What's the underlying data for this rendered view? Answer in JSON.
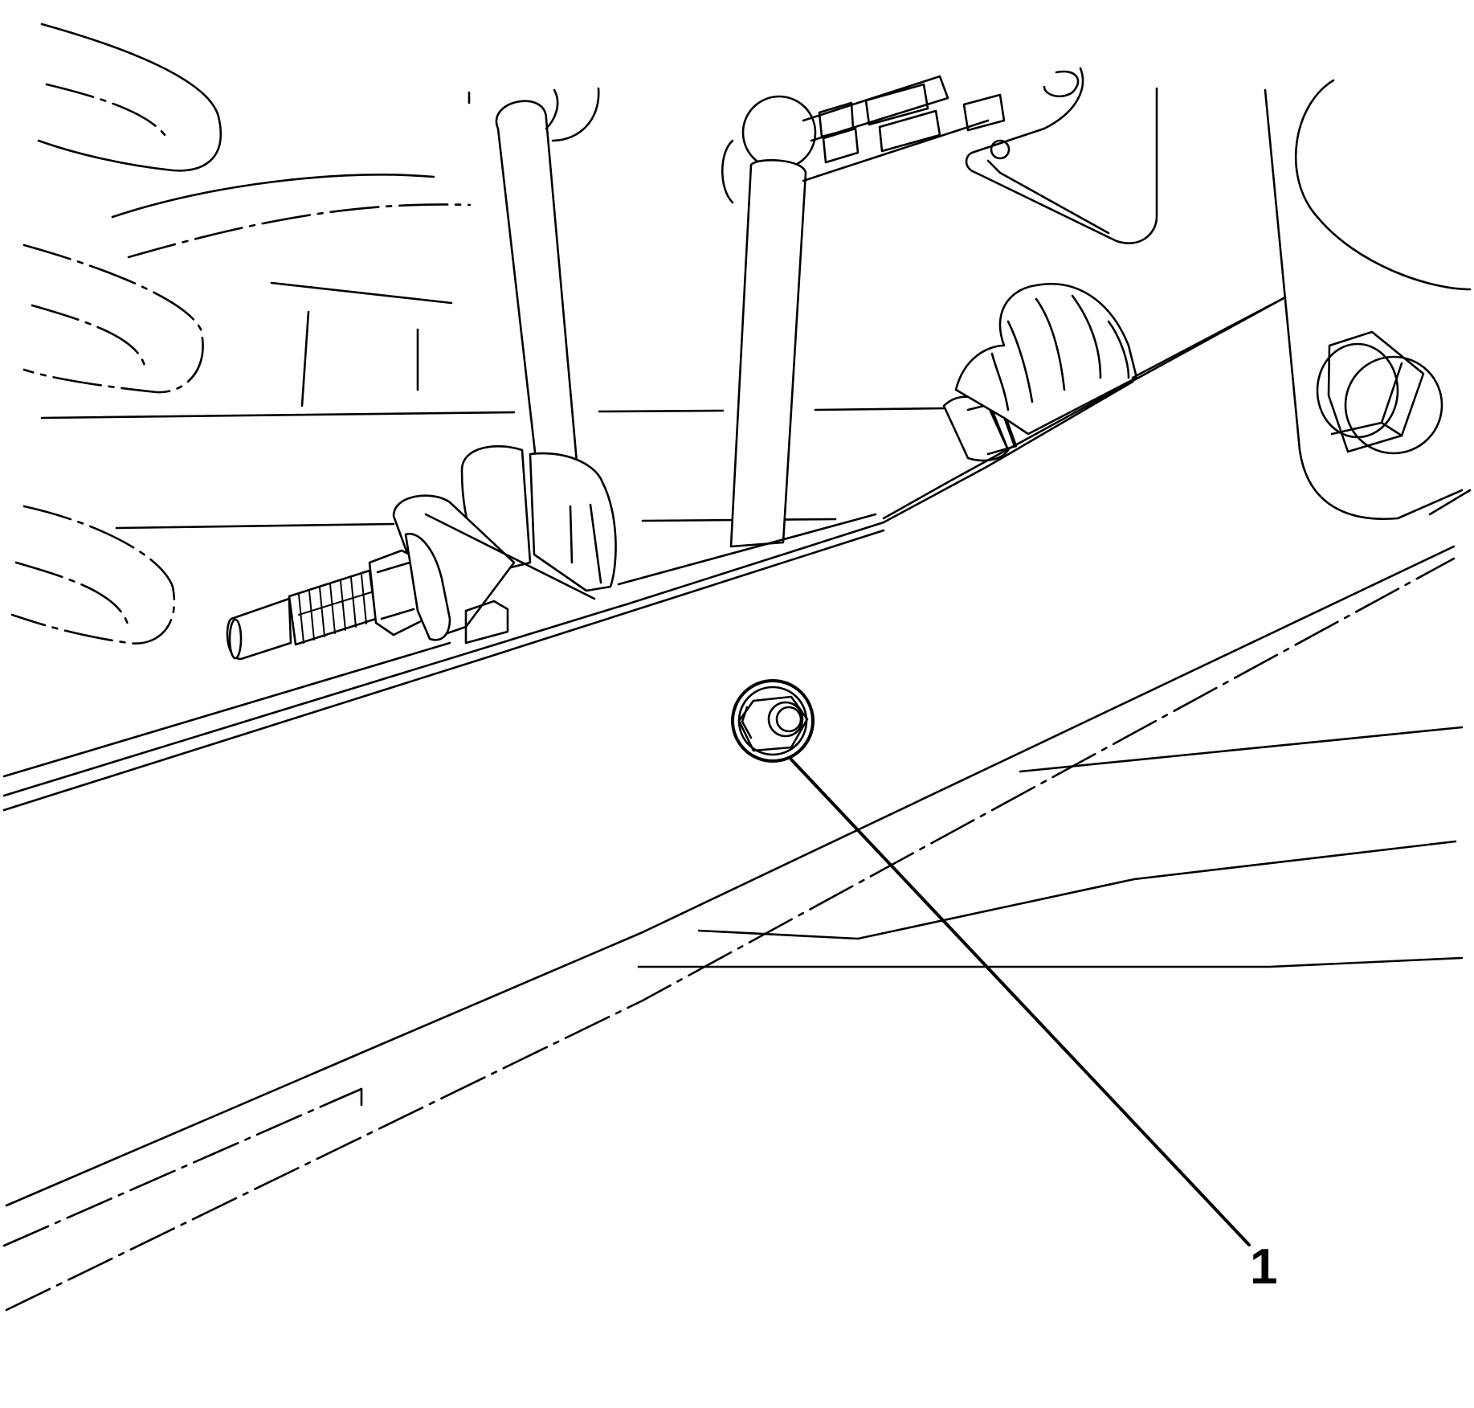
{
  "figure": {
    "type": "technical-line-illustration",
    "subject": "underbody suspension / crossmember with fastener callout",
    "stroke_color": "#000000",
    "background_color": "#ffffff"
  },
  "callouts": [
    {
      "id": "1",
      "label": "1",
      "target": "bolt-fastener"
    }
  ]
}
